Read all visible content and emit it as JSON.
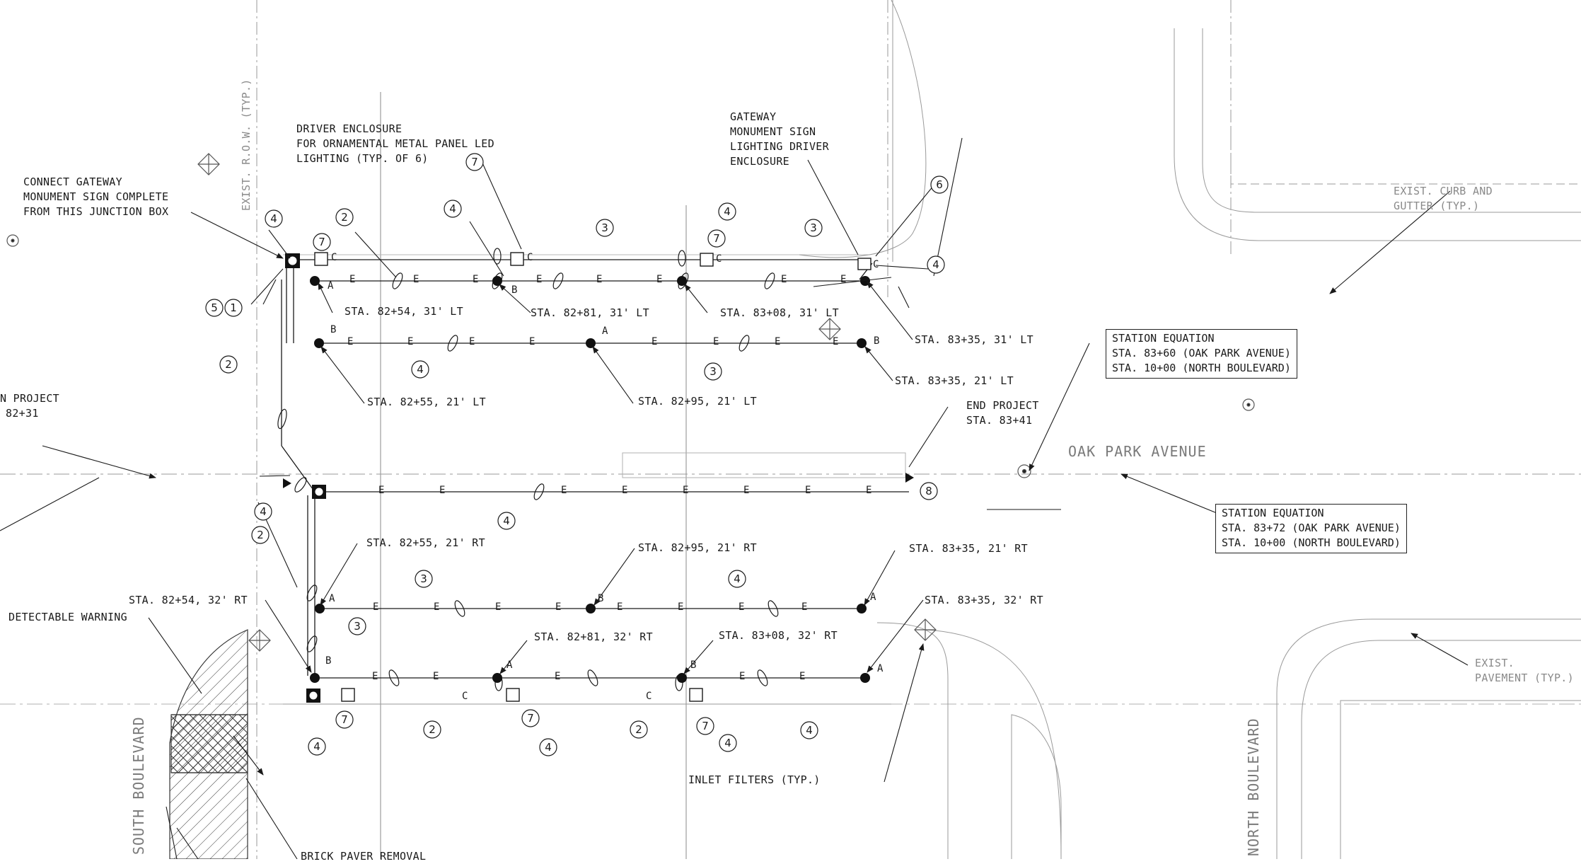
{
  "title_notes": {
    "driver_enclosure": [
      "DRIVER ENCLOSURE",
      "FOR ORNAMENTAL METAL PANEL LED",
      "LIGHTING (TYP. OF 6)"
    ],
    "gateway_enclosure": [
      "GATEWAY",
      "MONUMENT SIGN",
      "LIGHTING DRIVER",
      "ENCLOSURE"
    ],
    "connect_gateway": [
      "CONNECT GATEWAY",
      "MONUMENT SIGN COMPLETE",
      "FROM THIS JUNCTION BOX"
    ],
    "exist_row": "EXIST. R.O.W. (TYP.)",
    "exist_curb": [
      "EXIST. CURB AND",
      "GUTTER (TYP.)"
    ],
    "begin_project": [
      "N PROJECT",
      "82+31"
    ],
    "end_project": [
      "END PROJECT",
      "STA. 83+41"
    ],
    "detectable_warning": "DETECTABLE WARNING",
    "inlet_filters": "INLET FILTERS (TYP.)",
    "brick_paver": "BRICK PAVER REMOVAL",
    "exist_pavement": [
      "EXIST.",
      "PAVEMENT (TYP.)"
    ]
  },
  "streets": {
    "oak_park": "OAK PARK AVENUE",
    "south_blvd": "SOUTH BOULEVARD",
    "north_blvd": "NORTH BOULEVARD"
  },
  "station_equations": [
    {
      "heading": "STATION EQUATION",
      "line1": "STA. 83+60 (OAK PARK AVENUE)",
      "line2": "STA. 10+00 (NORTH BOULEVARD)"
    },
    {
      "heading": "STATION EQUATION",
      "line1": "STA. 83+72 (OAK PARK AVENUE)",
      "line2": "STA. 10+00 (NORTH BOULEVARD)"
    }
  ],
  "station_labels": {
    "s1": "STA. 82+54, 31' LT",
    "s2": "STA. 82+81, 31' LT",
    "s3": "STA. 83+08, 31' LT",
    "s4": "STA. 83+35, 31' LT",
    "s5": "STA. 82+55, 21' LT",
    "s6": "STA. 82+95, 21' LT",
    "s7": "STA. 83+35, 21' LT",
    "s8": "STA. 82+55, 21' RT",
    "s9": "STA. 82+95, 21' RT",
    "s10": "STA. 83+35, 21' RT",
    "s11": "STA. 82+54, 32' RT",
    "s12": "STA. 83+35, 32' RT",
    "s13": "STA. 82+81, 32' RT",
    "s14": "STA. 83+08, 32' RT"
  },
  "callout_tags": [
    "1",
    "2",
    "3",
    "4",
    "5",
    "6",
    "7",
    "8"
  ],
  "wire_letter": "E",
  "pole_letters": [
    "A",
    "B",
    "C"
  ],
  "colors": {
    "ink": "#1a1a1a",
    "faint": "#9a9a9a",
    "bg": "#ffffff"
  }
}
